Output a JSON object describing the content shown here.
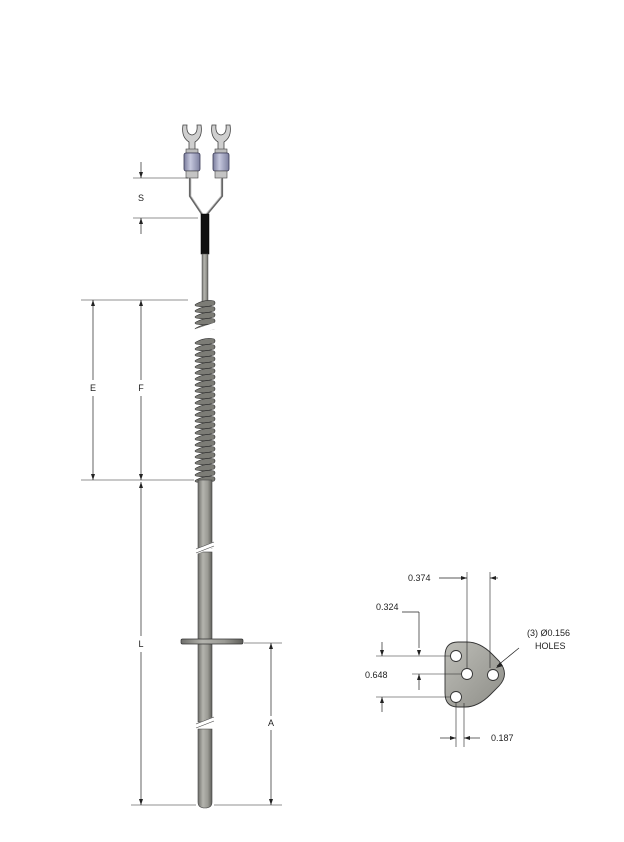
{
  "labels": {
    "s": "S",
    "e": "E",
    "f": "F",
    "l": "L",
    "a": "A"
  },
  "flange": {
    "dim_0374": "0.374",
    "dim_0324": "0.324",
    "dim_0648": "0.648",
    "dim_0187": "0.187",
    "holes_line1": "(3) Ø0.156",
    "holes_line2": "HOLES"
  },
  "colors": {
    "sheath": "#9a9a94",
    "sheath_dark": "#5a5a56",
    "spring": "#7c7c76",
    "flange_plate": "#a8a8a2",
    "terminal_sleeve": "#9da0bd",
    "terminal_metal": "#c9c9c9",
    "lead_black": "#111111"
  }
}
